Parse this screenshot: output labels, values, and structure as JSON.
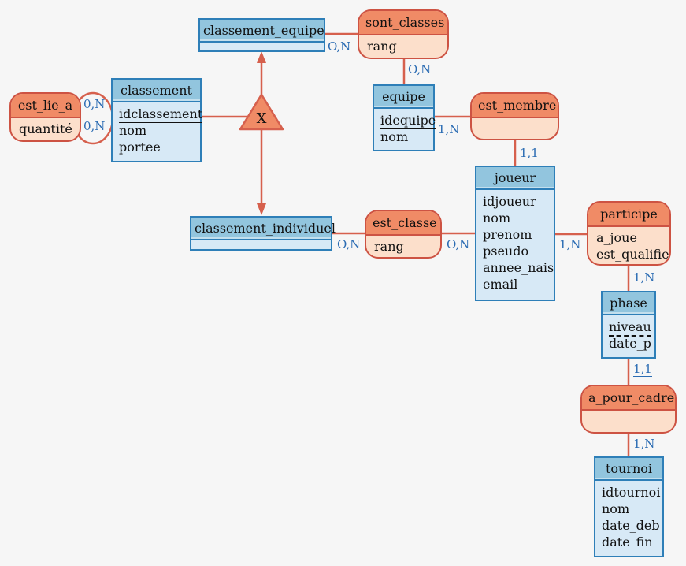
{
  "diagram": {
    "type": "merise-mcd-entity-relationship",
    "colors": {
      "entity_border": "#2e7fb8",
      "entity_header": "#92c5de",
      "entity_body": "#d7e9f6",
      "assoc_border": "#cd5343",
      "assoc_header": "#f08b66",
      "assoc_body": "#fcdfcb",
      "connector": "#d6604d",
      "cardinality": "#2b6cb3",
      "bg": "#f6f6f6"
    },
    "entities": {
      "classement": {
        "title": "classement",
        "attrs": [
          {
            "name": "idclassement",
            "identifier": "solid"
          },
          {
            "name": "nom"
          },
          {
            "name": "portee"
          }
        ]
      },
      "classement_equipe": {
        "title": "classement_equipe",
        "attrs": []
      },
      "classement_individuel": {
        "title": "classement_individuel",
        "attrs": []
      },
      "equipe": {
        "title": "equipe",
        "attrs": [
          {
            "name": "idequipe",
            "identifier": "solid"
          },
          {
            "name": "nom"
          }
        ]
      },
      "joueur": {
        "title": "joueur",
        "attrs": [
          {
            "name": "idjoueur",
            "identifier": "solid"
          },
          {
            "name": "nom"
          },
          {
            "name": "prenom"
          },
          {
            "name": "pseudo"
          },
          {
            "name": "annee_nais"
          },
          {
            "name": "email"
          }
        ]
      },
      "phase": {
        "title": "phase",
        "attrs": [
          {
            "name": "niveau",
            "identifier": "dashed"
          },
          {
            "name": "date_p"
          }
        ]
      },
      "tournoi": {
        "title": "tournoi",
        "attrs": [
          {
            "name": "idtournoi",
            "identifier": "solid"
          },
          {
            "name": "nom"
          },
          {
            "name": "date_deb"
          },
          {
            "name": "date_fin"
          }
        ]
      }
    },
    "associations": {
      "est_lie_a": {
        "title": "est_lie_a",
        "attrs": [
          {
            "name": "quantité"
          }
        ]
      },
      "sont_classes": {
        "title": "sont_classes",
        "attrs": [
          {
            "name": "rang"
          }
        ]
      },
      "est_membre": {
        "title": "est_membre",
        "attrs": []
      },
      "est_classe": {
        "title": "est_classe",
        "attrs": [
          {
            "name": "rang"
          }
        ]
      },
      "participe": {
        "title": "participe",
        "attrs": [
          {
            "name": "a_joue"
          },
          {
            "name": "est_qualifie"
          }
        ]
      },
      "a_pour_cadre": {
        "title": "a_pour_cadre",
        "attrs": []
      }
    },
    "inheritance": {
      "symbol": "X"
    },
    "cardinalities": {
      "est_lie_a_classement_top": {
        "label": "0,N"
      },
      "est_lie_a_classement_bottom": {
        "label": "0,N"
      },
      "classement_equipe_sont_classes": {
        "label": "O,N"
      },
      "sont_classes_equipe": {
        "label": "O,N"
      },
      "equipe_est_membre": {
        "label": "1,N"
      },
      "est_membre_joueur": {
        "label": "1,1"
      },
      "classement_individuel_est_classe": {
        "label": "O,N"
      },
      "est_classe_joueur": {
        "label": "O,N"
      },
      "joueur_participe": {
        "label": "1,N"
      },
      "participe_phase": {
        "label": "1,N"
      },
      "phase_a_pour_cadre": {
        "label": "1,1",
        "underline": true
      },
      "a_pour_cadre_tournoi": {
        "label": "1,N"
      }
    }
  }
}
